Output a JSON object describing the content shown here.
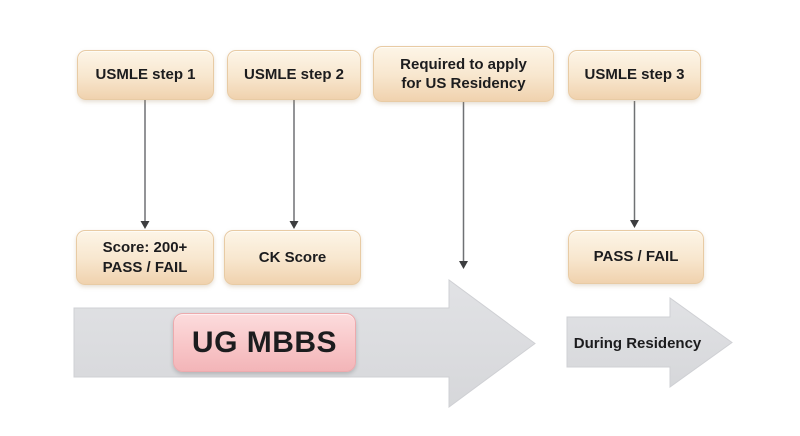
{
  "diagram": {
    "top_row": [
      {
        "label": "USMLE step 1"
      },
      {
        "label": "USMLE step 2"
      },
      {
        "label": "Required to apply\nfor US Residency"
      },
      {
        "label": "USMLE step 3"
      }
    ],
    "result_row": [
      {
        "label": "Score: 200+\nPASS / FAIL"
      },
      {
        "label": "CK Score"
      },
      {
        "label": "PASS / FAIL"
      }
    ],
    "timeline": [
      {
        "label": "UG MBBS"
      },
      {
        "label": "During Residency"
      }
    ]
  },
  "colors": {
    "canvas_bg": "#ffffff",
    "node_gradient_top": "#fdf5e7",
    "node_gradient_bottom": "#f0d2ae",
    "node_border": "#e8cba4",
    "pink_gradient_top": "#fcdcdd",
    "pink_gradient_bottom": "#f3b5b8",
    "pink_border": "#edaaad",
    "big_arrow_fill": "#dcdde0",
    "big_arrow_edge": "#cfd0d4",
    "connector_line": "#6f7174",
    "connector_head": "#3c3d3f",
    "text": "#1c1c1e"
  }
}
